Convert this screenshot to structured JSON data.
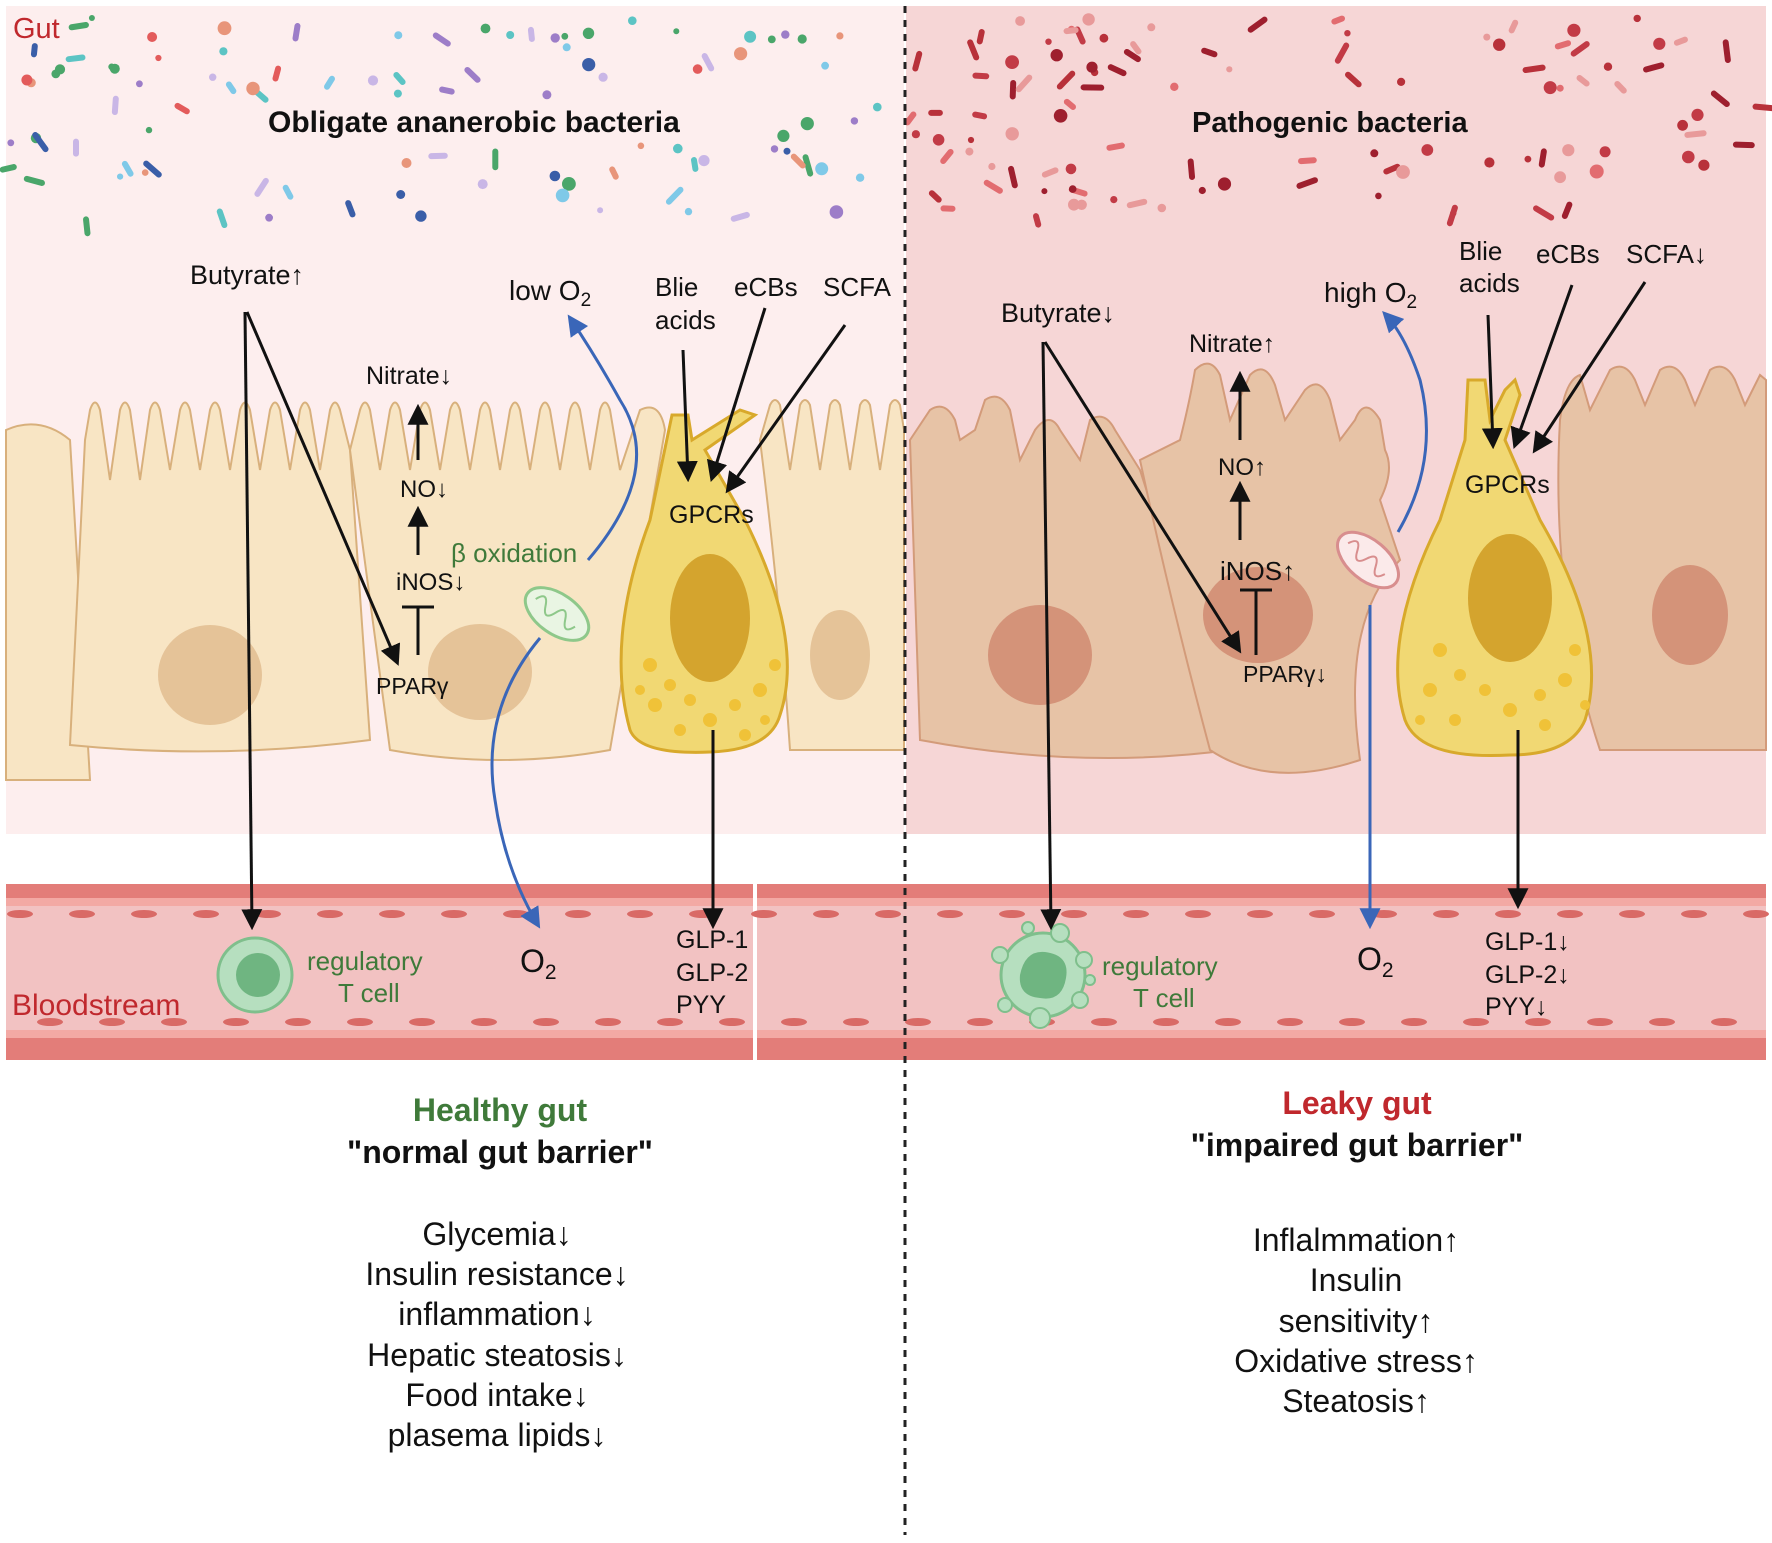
{
  "gut_label": "Gut",
  "bloodstream_label": "Bloodstream",
  "left": {
    "bacteria_label": "Obligate ananerobic bacteria",
    "butyrate": "Butyrate↑",
    "nitrate": "Nitrate↓",
    "no": "NO↓",
    "inos": "iNOS↓",
    "ppar": "PPARγ",
    "beta_oxidation": "β oxidation",
    "o2_top": "low O",
    "o2_top_sub": "2",
    "bile_1": "Blie",
    "bile_2": "acids",
    "ecbs": "eCBs",
    "scfa": "SCFA",
    "gpcrs": "GPCRs",
    "o2_blood": "O",
    "o2_blood_sub": "2",
    "treg_1": "regulatory",
    "treg_2": "T cell",
    "hormones": [
      "GLP-1",
      "GLP-2",
      "PYY"
    ],
    "title": "Healthy gut",
    "subtitle": "\"normal gut barrier\"",
    "effects": [
      "Glycemia↓",
      "Insulin resistance↓",
      "inflammation↓",
      "Hepatic steatosis↓",
      "Food intake↓",
      "plasema lipids↓"
    ]
  },
  "right": {
    "bacteria_label": "Pathogenic bacteria",
    "butyrate": "Butyrate↓",
    "nitrate": "Nitrate↑",
    "no": "NO↑",
    "inos": "iNOS↑",
    "ppar": "PPARγ↓",
    "o2_top": "high O",
    "o2_top_sub": "2",
    "bile_1": "Blie",
    "bile_2": "acids",
    "ecbs": "eCBs",
    "scfa": "SCFA↓",
    "gpcrs": "GPCRs",
    "o2_blood": "O",
    "o2_blood_sub": "2",
    "treg_1": "regulatory",
    "treg_2": "T cell",
    "hormones": [
      "GLP-1↓",
      "GLP-2↓",
      "PYY↓"
    ],
    "title": "Leaky gut",
    "subtitle": "\"impaired gut barrier\"",
    "effects": [
      "Inflalmmation↑",
      "Insulin",
      "sensitivity↑",
      "Oxidative  stress↑",
      "Steatosis↑"
    ]
  },
  "colors": {
    "healthy_green": "#3f7a3a",
    "leaky_red": "#c0282d",
    "arrow_blue": "#3a66b8",
    "gpcr_cell": "#f1d873",
    "blood": "#f2c2c2"
  }
}
